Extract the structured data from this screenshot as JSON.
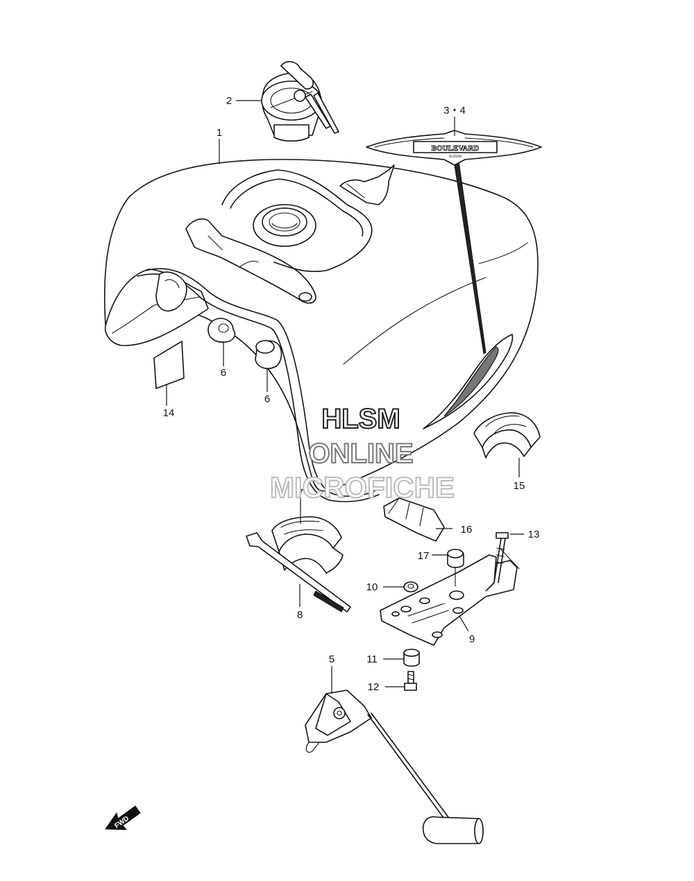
{
  "diagram": {
    "callouts": [
      {
        "id": "c1",
        "text": "1"
      },
      {
        "id": "c2",
        "text": "2"
      },
      {
        "id": "c34",
        "text": "3・4"
      },
      {
        "id": "c5",
        "text": "5"
      },
      {
        "id": "c6a",
        "text": "6"
      },
      {
        "id": "c6b",
        "text": "6"
      },
      {
        "id": "c7",
        "text": "7"
      },
      {
        "id": "c8",
        "text": "8"
      },
      {
        "id": "c9",
        "text": "9"
      },
      {
        "id": "c10",
        "text": "10"
      },
      {
        "id": "c11",
        "text": "11"
      },
      {
        "id": "c12",
        "text": "12"
      },
      {
        "id": "c13",
        "text": "13"
      },
      {
        "id": "c14",
        "text": "14"
      },
      {
        "id": "c15",
        "text": "15"
      },
      {
        "id": "c16",
        "text": "16"
      },
      {
        "id": "c17",
        "text": "17"
      }
    ],
    "emblem_text": "BOULEVARD",
    "emblem_subtext": "SUZUKI",
    "direction_label": "FWD"
  },
  "watermark": {
    "line1": "HLSM",
    "line2": "ONLINE",
    "line3": "MICROFICHE",
    "colors": {
      "line1": "#222222",
      "line2": "#777777",
      "line3": "#bbbbbb"
    }
  }
}
